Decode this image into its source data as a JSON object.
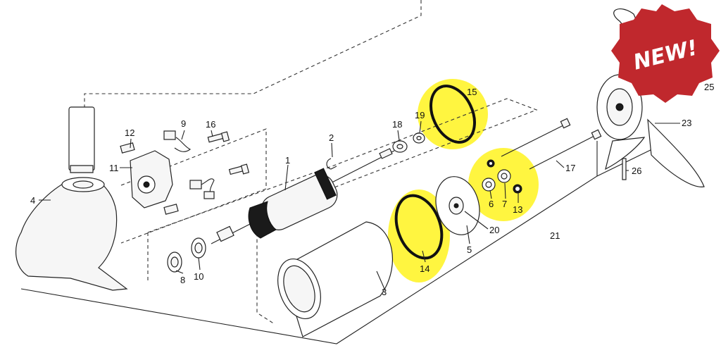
{
  "badge": {
    "text": "NEW!",
    "color": "#c0282d"
  },
  "highlight_color": "#fff200",
  "callouts": {
    "c1": "1",
    "c2": "2",
    "c3": "3",
    "c4": "4",
    "c5": "5",
    "c6": "6",
    "c7": "7",
    "c8": "8",
    "c9": "9",
    "c10": "10",
    "c11": "11",
    "c12": "12",
    "c13": "13",
    "c14": "14",
    "c15": "15",
    "c16": "16",
    "c17": "17",
    "c18": "18",
    "c19": "19",
    "c20": "20",
    "c21": "21",
    "c23": "23",
    "c25": "25",
    "c26": "26"
  }
}
